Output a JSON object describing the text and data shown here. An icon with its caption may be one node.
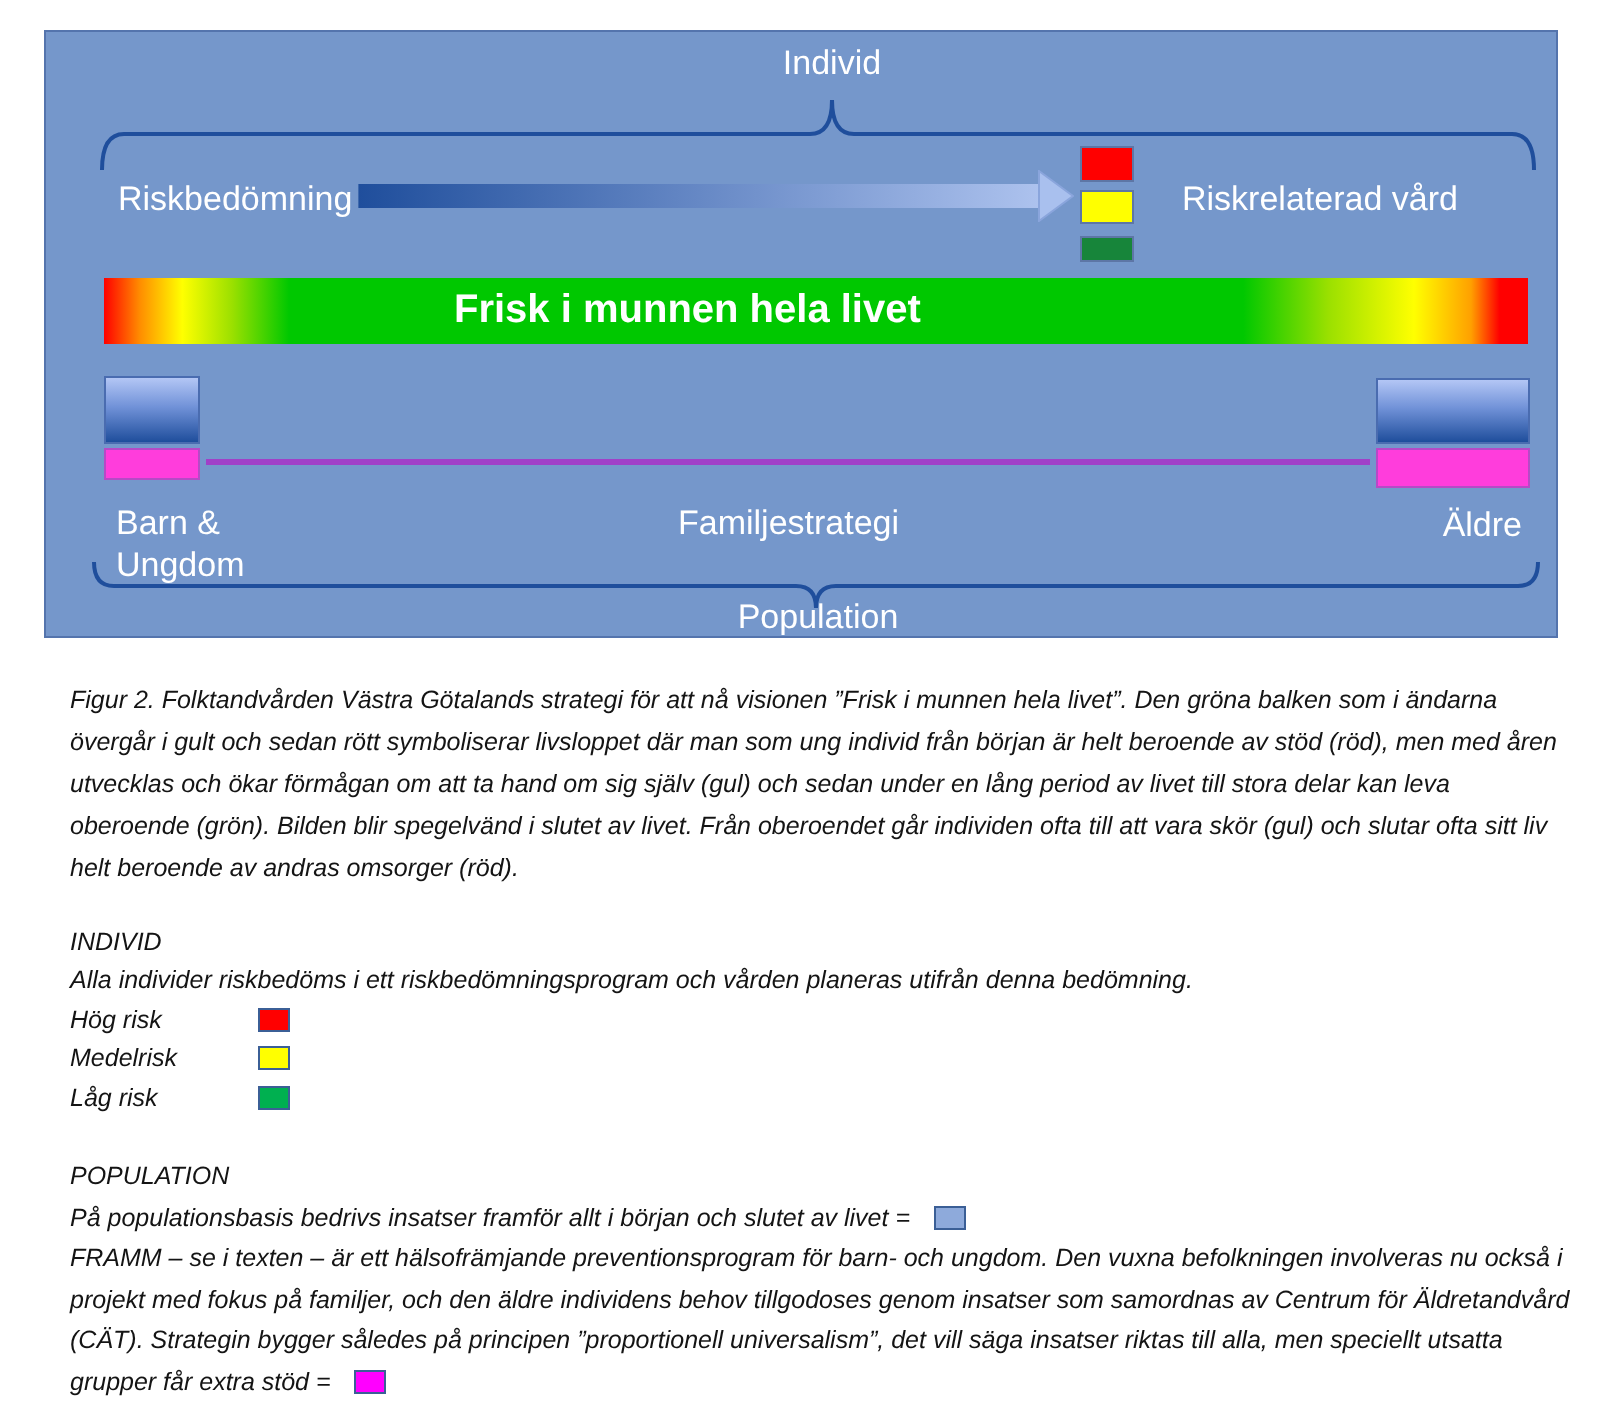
{
  "diagram": {
    "caption": "Figur 2. Folktandvården Västra Götalands strategi för att nå visionen ”Frisk i munnen hela livet”. Den gröna balken som i ändarna övergår i gult och sedan rött symboliserar livsloppet där man som ung individ från början är helt beroende av stöd (röd), men med åren utvecklas och ökar förmågan om att ta hand om sig själv (gul) och sedan under en lång period av livet till stora delar kan leva oberoende (grön). Bilden blir spegelvänd i slutet av livet. Från oberoendet går individen ofta till att vara skör (gul) och slutar ofta sitt liv helt beroende av andras omsorger (röd).",
    "nodes": [
      {
        "text": [],
        "shape": "box"
      },
      {
        "text": [
          "Riskbedömning"
        ],
        "in": 0
      },
      {
        "text": [],
        "shape": "box",
        "in": 0
      },
      {
        "text": [],
        "shape": "box",
        "in": 0
      },
      {
        "text": [],
        "shape": "box",
        "in": 0
      },
      {
        "text": [
          "Frisk i munnen hela livet"
        ],
        "in": 0
      },
      {
        "text": [],
        "shape": "box",
        "in": 0
      },
      {
        "text": [],
        "shape": "box",
        "in": 0
      },
      {
        "text": [],
        "shape": "box",
        "in": 0
      },
      {
        "text": [],
        "shape": "box",
        "in": 0
      }
    ],
    "edges": [
      {
        "from": 1,
        "to": 3,
        "arrow": "to",
        "style": "thick"
      },
      {
        "from": 8,
        "to": 9,
        "arrow": "none",
        "color": "#a040c8"
      }
    ],
    "labels": [
      "Individ",
      "Riskrelaterad vård",
      "Barn & Ungdom",
      "Familjestrategi",
      "Äldre",
      "Population",
      "INDIVID",
      "Alla individer riskbedöms i ett riskbedömningsprogram och vården planeras utifrån denna bedömning.",
      "POPULATION"
    ],
    "legend": [
      {
        "text": "Hög risk",
        "color": "#ff0000"
      },
      {
        "text": "Medelrisk",
        "color": "#ffff00"
      },
      {
        "text": "Låg risk",
        "color": "#00b050"
      },
      {
        "text": "På populationsbasis bedrivs insatser framför allt i början och slutet av livet =",
        "color": "#8eaadb"
      },
      {
        "text": "FRAMM – se i texten – är ett hälsofrämjande preventionsprogram för barn- och ungdom. Den vuxna befolkningen involveras nu också i projekt med fokus på familjer, och den äldre individens behov tillgodoses genom insatser som samordnas av Centrum för Äldretandvård (CÄT). Strategin bygger således på principen ”proportionell universalism”, det vill säga insatser riktas till alla, men speciellt utsatta grupper får extra stöd =",
        "color": "#ff00ff"
      }
    ]
  }
}
